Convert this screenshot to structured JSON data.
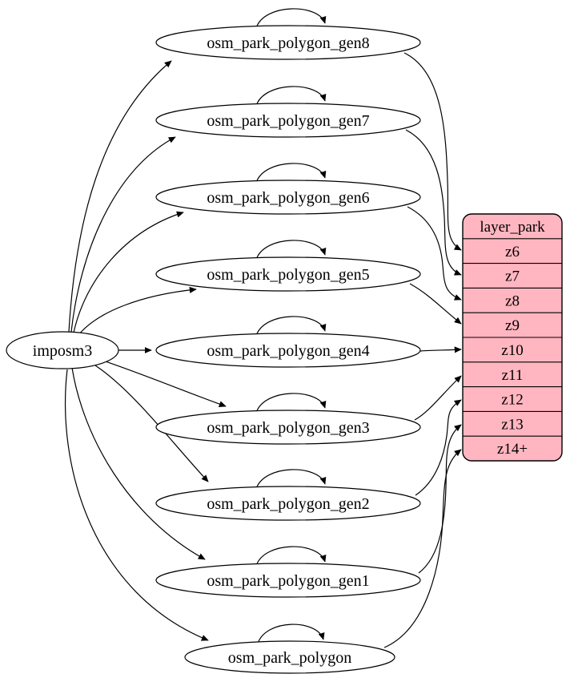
{
  "diagram": {
    "kind": "etl-dependency-graph",
    "colors": {
      "background": "#ffffff",
      "node_fill": "#ffffff",
      "table_fill": "#ffb6c1",
      "edge_stroke": "#000000"
    },
    "source": {
      "label": "imposm3"
    },
    "tables": [
      {
        "label": "osm_park_polygon_gen8"
      },
      {
        "label": "osm_park_polygon_gen7"
      },
      {
        "label": "osm_park_polygon_gen6"
      },
      {
        "label": "osm_park_polygon_gen5"
      },
      {
        "label": "osm_park_polygon_gen4"
      },
      {
        "label": "osm_park_polygon_gen3"
      },
      {
        "label": "osm_park_polygon_gen2"
      },
      {
        "label": "osm_park_polygon_gen1"
      },
      {
        "label": "osm_park_polygon"
      }
    ],
    "layer": {
      "title": "layer_park",
      "zoom_rows": [
        "z6",
        "z7",
        "z8",
        "z9",
        "z10",
        "z11",
        "z12",
        "z13",
        "z14+"
      ]
    },
    "edges": {
      "from_source": [
        "osm_park_polygon_gen8",
        "osm_park_polygon_gen7",
        "osm_park_polygon_gen6",
        "osm_park_polygon_gen5",
        "osm_park_polygon_gen4",
        "osm_park_polygon_gen3",
        "osm_park_polygon_gen2",
        "osm_park_polygon_gen1",
        "osm_park_polygon"
      ],
      "self_loops": [
        "osm_park_polygon_gen8",
        "osm_park_polygon_gen7",
        "osm_park_polygon_gen6",
        "osm_park_polygon_gen5",
        "osm_park_polygon_gen4",
        "osm_park_polygon_gen3",
        "osm_park_polygon_gen2",
        "osm_park_polygon_gen1",
        "osm_park_polygon"
      ],
      "to_layer_rows": [
        {
          "from": "osm_park_polygon_gen8",
          "to": "z6"
        },
        {
          "from": "osm_park_polygon_gen7",
          "to": "z7"
        },
        {
          "from": "osm_park_polygon_gen6",
          "to": "z8"
        },
        {
          "from": "osm_park_polygon_gen5",
          "to": "z9"
        },
        {
          "from": "osm_park_polygon_gen4",
          "to": "z10"
        },
        {
          "from": "osm_park_polygon_gen3",
          "to": "z11"
        },
        {
          "from": "osm_park_polygon_gen2",
          "to": "z12"
        },
        {
          "from": "osm_park_polygon_gen1",
          "to": "z13"
        },
        {
          "from": "osm_park_polygon",
          "to": "z14+"
        }
      ]
    }
  }
}
